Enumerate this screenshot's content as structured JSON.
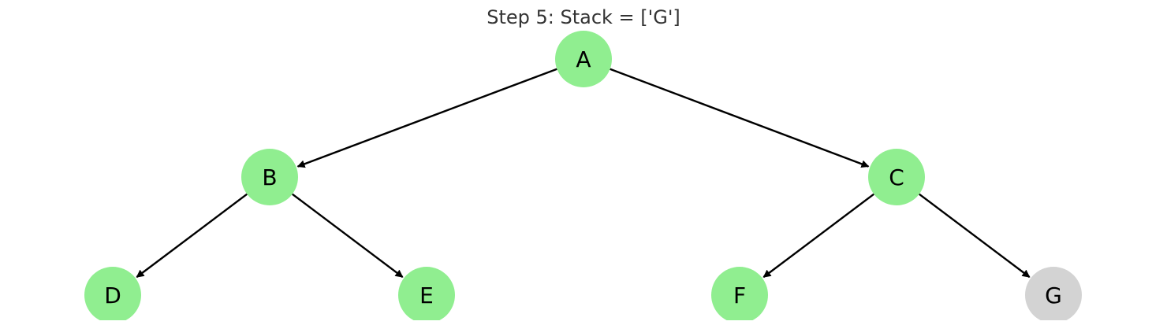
{
  "title": "Step 5: Stack = ['G']",
  "colors": {
    "visited": "#90ee90",
    "unvisited": "#d3d3d3",
    "edge": "#000000"
  },
  "nodes": [
    {
      "id": "A",
      "label": "A",
      "state": "visited"
    },
    {
      "id": "B",
      "label": "B",
      "state": "visited"
    },
    {
      "id": "C",
      "label": "C",
      "state": "visited"
    },
    {
      "id": "D",
      "label": "D",
      "state": "visited"
    },
    {
      "id": "E",
      "label": "E",
      "state": "visited"
    },
    {
      "id": "F",
      "label": "F",
      "state": "visited"
    },
    {
      "id": "G",
      "label": "G",
      "state": "unvisited"
    }
  ],
  "edges": [
    {
      "from": "A",
      "to": "B"
    },
    {
      "from": "A",
      "to": "C"
    },
    {
      "from": "B",
      "to": "D"
    },
    {
      "from": "B",
      "to": "E"
    },
    {
      "from": "C",
      "to": "F"
    },
    {
      "from": "C",
      "to": "G"
    }
  ]
}
